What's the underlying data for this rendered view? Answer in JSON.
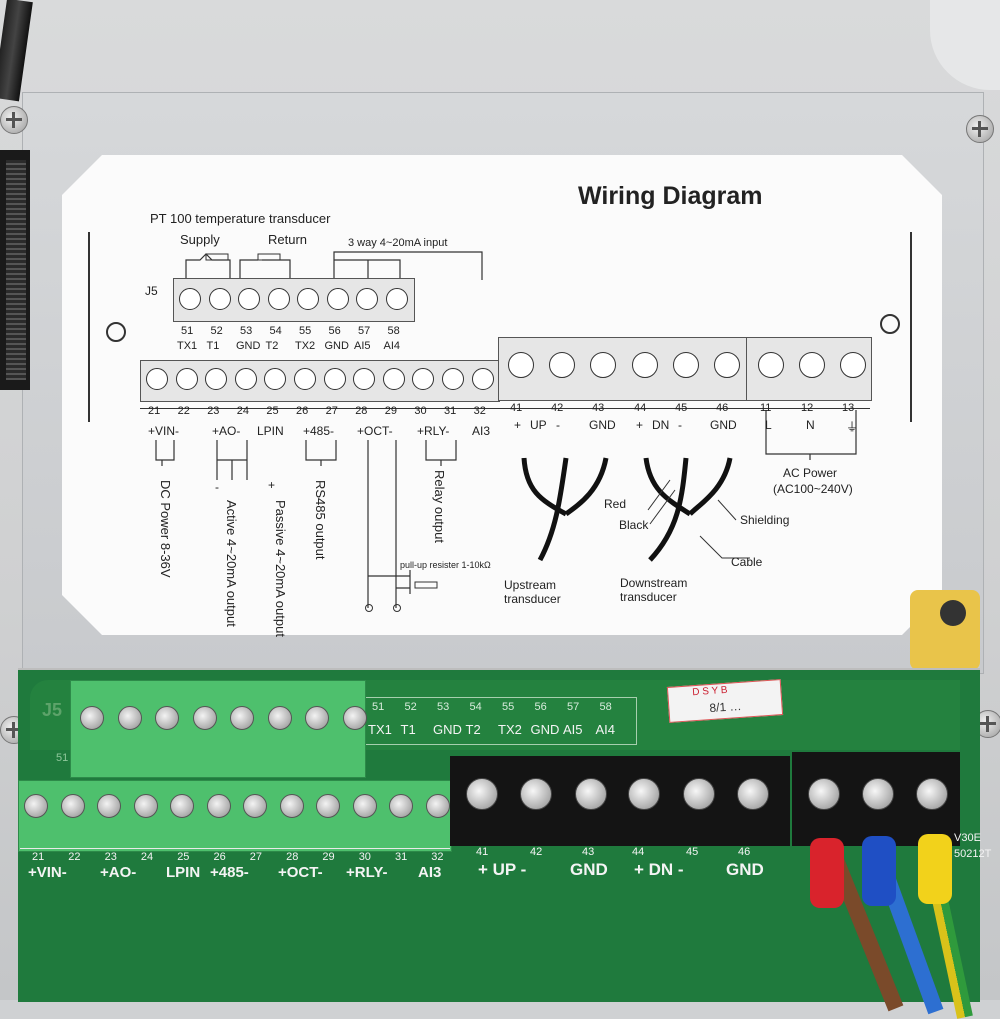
{
  "label": {
    "title": "Wiring Diagram",
    "pt100": "PT 100 temperature transducer",
    "supply": "Supply",
    "return": "Return",
    "way_input": "3 way 4~20mA input",
    "j5": "J5",
    "top_terminals": [
      {
        "num": "51",
        "name": "TX1"
      },
      {
        "num": "52",
        "name": "T1"
      },
      {
        "num": "53",
        "name": "GND"
      },
      {
        "num": "54",
        "name": "T2"
      },
      {
        "num": "55",
        "name": "TX2"
      },
      {
        "num": "56",
        "name": "GND"
      },
      {
        "num": "57",
        "name": "AI5"
      },
      {
        "num": "58",
        "name": "AI4"
      }
    ],
    "bottom_numbers": [
      "21",
      "22",
      "23",
      "24",
      "25",
      "26",
      "27",
      "28",
      "29",
      "30",
      "31",
      "32"
    ],
    "bottom_groups": [
      "+VIN-",
      "+AO-",
      "LPIN",
      "+485-",
      "+OCT-",
      "+RLY-",
      "AI3"
    ],
    "right_numbers": [
      "41",
      "42",
      "43",
      "44",
      "45",
      "46",
      "11",
      "12",
      "13"
    ],
    "right_labels": [
      "+",
      "UP",
      "-",
      "GND",
      "+",
      "DN",
      "-",
      "GND",
      "L",
      "N",
      "⏚"
    ],
    "dc_power": "DC Power 8-36V",
    "active": "Active 4~20mA output",
    "passive": "Passive 4~20mA output",
    "rs485": "RS485 output",
    "relay": "Relay output",
    "minus": "-",
    "plus": "+",
    "pullup": "pull-up resister 1-10kΩ",
    "upstream": "Upstream transducer",
    "downstream": "Downstream transducer",
    "red": "Red",
    "black": "Black",
    "shielding": "Shielding",
    "cable": "Cable",
    "ac_power": "AC Power",
    "ac_range": "(AC100~240V)"
  },
  "board": {
    "j5": "J5",
    "top_numbers": [
      "51",
      "52",
      "53",
      "54",
      "55",
      "56",
      "57",
      "58"
    ],
    "top_names": [
      "TX1",
      "T1",
      "GND",
      "T2",
      "TX2",
      "GND",
      "AI5",
      "AI4"
    ],
    "bottom_numbers": [
      "21",
      "22",
      "23",
      "24",
      "25",
      "26",
      "27",
      "28",
      "29",
      "30",
      "31",
      "32"
    ],
    "bottom_groups": [
      "+VIN-",
      "+AO-",
      "LPIN",
      "+485-",
      "+OCT-",
      "+RLY-",
      "AI3"
    ],
    "right_numbers": [
      "41",
      "42",
      "43",
      "44",
      "45",
      "46"
    ],
    "right_labels": [
      "+ UP -",
      "GND",
      "+ DN -",
      "GND"
    ],
    "stamp": "D S Y B",
    "stamp_code": "8/1 …",
    "side_code_1": "V30E",
    "side_code_2": "50212T",
    "side_51": "51"
  },
  "colors": {
    "board": "#1f7a3d",
    "terminal_green": "#4ec06d",
    "lug_red": "#d9232c",
    "lug_blue": "#1f4fc4",
    "lug_yellow": "#f2d21b"
  }
}
